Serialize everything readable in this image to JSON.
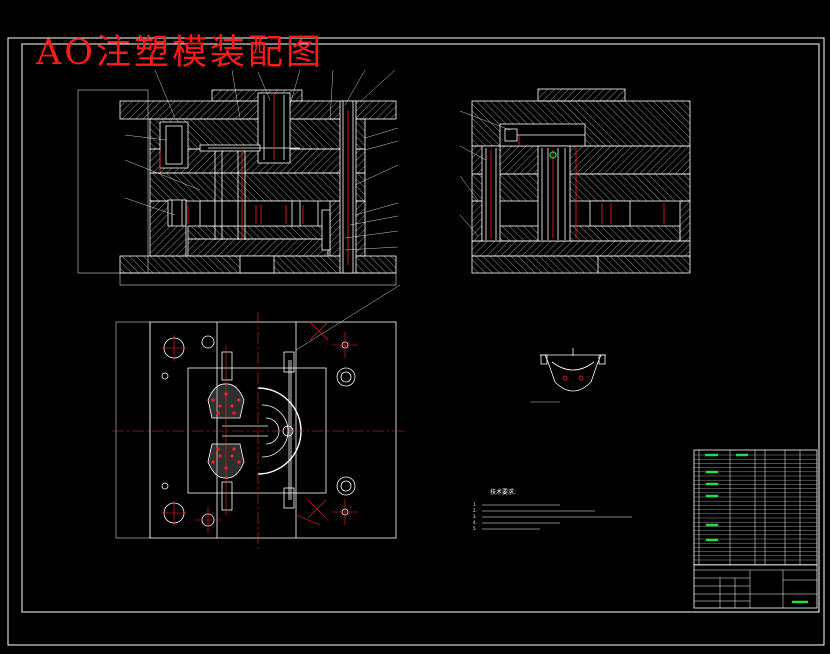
{
  "title": "AO注塑模装配图",
  "tech_req_heading": "技术要求:",
  "tech_req_lines": [
    "1.",
    "2.",
    "3.",
    "4.",
    "5."
  ],
  "colors": {
    "background": "#000000",
    "line": "#ffffff",
    "title": "#ff1a1a",
    "center_line": "#ff2020",
    "highlight": "#22dd44"
  }
}
